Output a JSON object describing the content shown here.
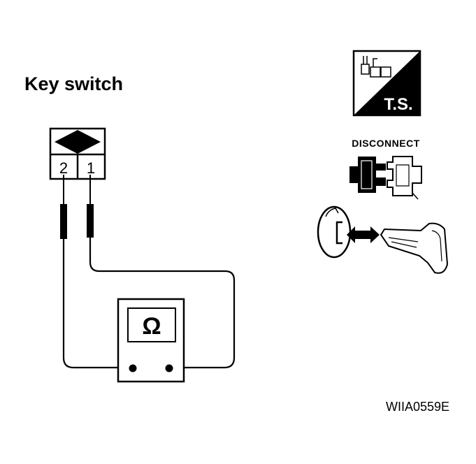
{
  "title": "Key switch",
  "connector": {
    "terminals": [
      "2",
      "1"
    ]
  },
  "meter": {
    "symbol": "Ω"
  },
  "icons": {
    "tester": {
      "label": "T.S.",
      "icon": "connector-tester-icon"
    },
    "disconnect": {
      "label": "DISCONNECT",
      "icon": "connector-disconnect-icon"
    },
    "key": {
      "icon": "key-removed-icon"
    }
  },
  "figure_code": "WIIA0559E"
}
